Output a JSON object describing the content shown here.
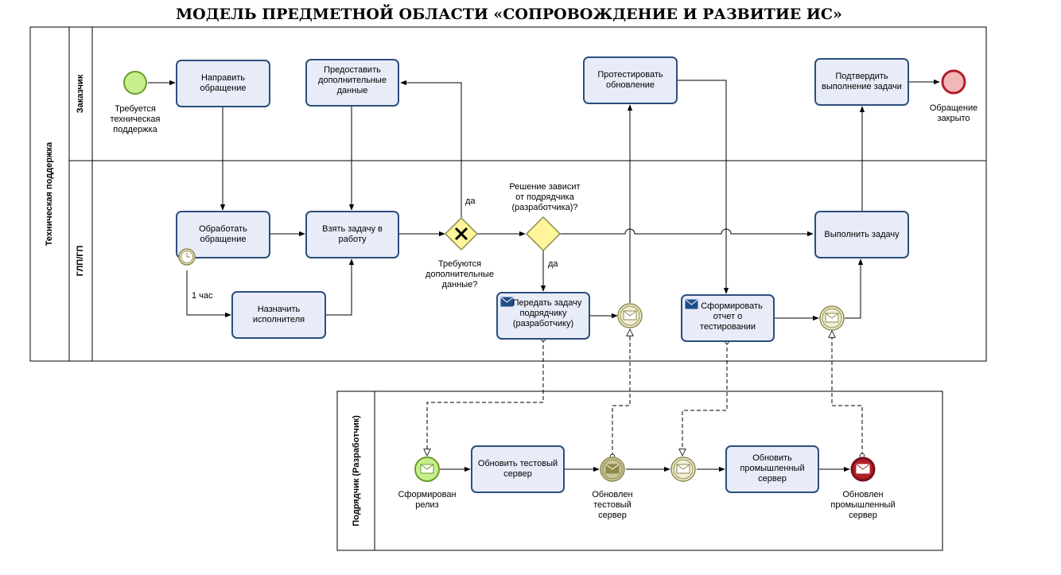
{
  "title": "МОДЕЛЬ ПРЕДМЕТНОЙ ОБЛАСТИ «СОПРОВОЖДЕНИЕ И РАЗВИТИЕ ИС»",
  "pools": {
    "support": "Техническая поддержка",
    "contractor": "Подрядчик (Разработчик)"
  },
  "lanes": {
    "customer": "Заказчик",
    "glp": "ГЛП/ГП"
  },
  "tasks": {
    "send_request": [
      "Направить",
      "обращение"
    ],
    "provide_data": [
      "Предоставить",
      "дополнительные",
      "данные"
    ],
    "test_update": [
      "Протестировать",
      "обновление"
    ],
    "confirm_task": [
      "Подтвердить",
      "выполнение задачи"
    ],
    "process_request": [
      "Обработать",
      "обращение"
    ],
    "take_task": [
      "Взять задачу в",
      "работу"
    ],
    "assign_executor": [
      "Назначить",
      "исполнителя"
    ],
    "transfer_task": [
      "Передать задачу",
      "подрядчику",
      "(разработчику)"
    ],
    "make_report": [
      "Сформировать",
      "отчет о",
      "тестировании"
    ],
    "do_task": [
      "Выполнить задачу"
    ],
    "update_test_server": [
      "Обновить тестовый",
      "сервер"
    ],
    "update_prod_server": [
      "Обновить",
      "промышленный",
      "сервер"
    ]
  },
  "events": {
    "start": [
      "Требуется",
      "техническая",
      "поддержка"
    ],
    "end": [
      "Обращение",
      "закрыто"
    ],
    "release": [
      "Сформирован",
      "релиз"
    ],
    "test_updated": [
      "Обновлен",
      "тестовый",
      "сервер"
    ],
    "prod_updated": [
      "Обновлен",
      "промышленный",
      "сервер"
    ]
  },
  "gateways": {
    "need_data_question": [
      "Требуются",
      "дополнительные",
      "данные?"
    ],
    "depends_question": [
      "Решение зависит",
      "от подрядчика",
      "(разработчика)?"
    ]
  },
  "flow_labels": {
    "yes_1": "да",
    "yes_2": "да",
    "timer": "1 час"
  }
}
